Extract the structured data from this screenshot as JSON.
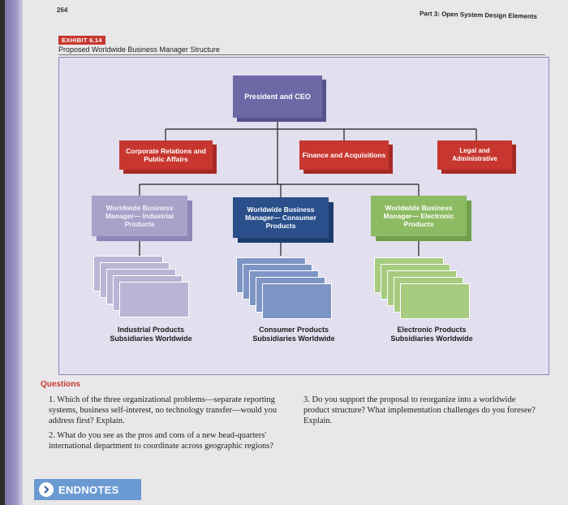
{
  "header": {
    "page_number": "264",
    "part_title": "Part 3: Open System Design Elements"
  },
  "exhibit": {
    "tag": "EXHIBIT 6.14",
    "title": "Proposed Worldwide Business Manager Structure"
  },
  "org_chart": {
    "president": "President and CEO",
    "staff": [
      "Corporate Relations and Public Affairs",
      "Finance and Acquisitions",
      "Legal and Administrative"
    ],
    "managers": [
      "Worldwide Business Manager— Industrial Products",
      "Worldwide Business Manager— Consumer Products",
      "Worldwide Business Manager— Electronic Products"
    ],
    "subsidiaries": [
      "Industrial Products Subsidiaries Worldwide",
      "Consumer Products Subsidiaries Worldwide",
      "Electronic Products Subsidiaries Worldwide"
    ],
    "colors": {
      "president": "#6f68a7",
      "staff": "#c8372f",
      "industrial": "#a7a2c8",
      "consumer": "#2a4f8a",
      "electronic": "#8dbb63"
    }
  },
  "questions": {
    "heading": "Questions",
    "items": [
      "1. Which of the three organizational problems—separate reporting systems, business self-interest, no technology transfer—would you address first? Explain.",
      "2. What do you see as the pros and cons of a new head-quarters' international department to coordinate across geographic regions?",
      "3. Do you support the proposal to reorganize into a worldwide product structure? What implementation challenges do you foresee? Explain."
    ]
  },
  "endnotes": {
    "label": "ENDNOTES",
    "icon": "chevron-right-icon"
  }
}
